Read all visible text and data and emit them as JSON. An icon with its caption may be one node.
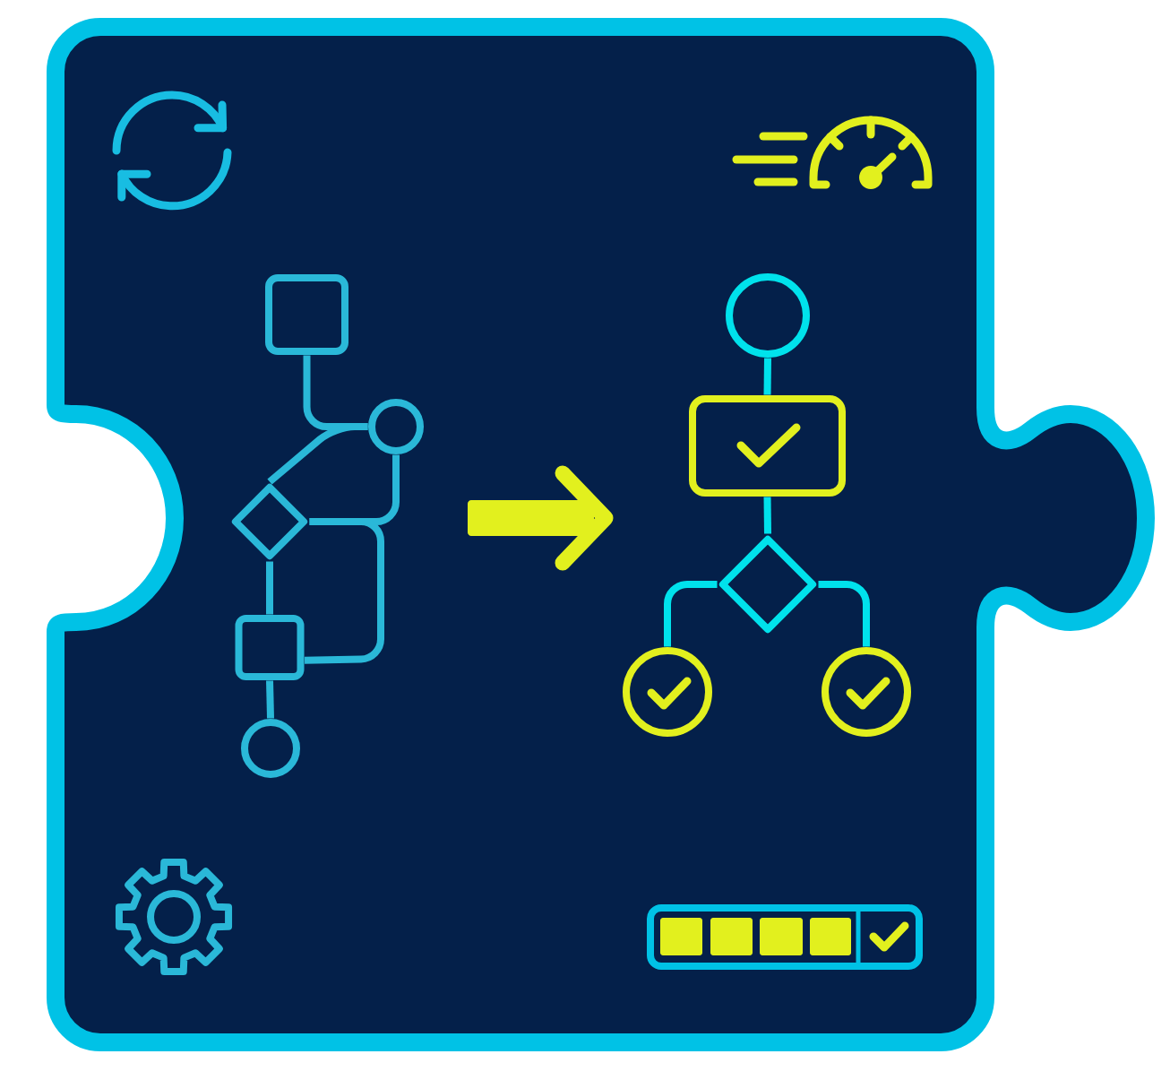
{
  "diagram": {
    "nodes": [
      {
        "text": [],
        "shape": "box"
      },
      {
        "text": [],
        "shape": "circle"
      },
      {
        "text": [],
        "shape": "diamond"
      },
      {
        "text": [],
        "shape": "box"
      },
      {
        "text": [],
        "shape": "circle"
      },
      {
        "text": [],
        "shape": "circle"
      },
      {
        "text": [],
        "shape": "box"
      },
      {
        "text": [],
        "shape": "diamond"
      },
      {
        "text": [],
        "shape": "circle"
      },
      {
        "text": [],
        "shape": "circle"
      }
    ],
    "edges": [
      {
        "from": 0,
        "to": 1,
        "arrow": "none"
      },
      {
        "from": 1,
        "to": 2,
        "arrow": "none"
      },
      {
        "from": 1,
        "to": 2,
        "arrow": "none"
      },
      {
        "from": 2,
        "to": 3,
        "arrow": "none"
      },
      {
        "from": 2,
        "to": 3,
        "arrow": "none"
      },
      {
        "from": 3,
        "to": 4,
        "arrow": "none"
      },
      {
        "from": 5,
        "to": 6,
        "arrow": "none",
        "color": "#00e2ec"
      },
      {
        "from": 6,
        "to": 7,
        "arrow": "none",
        "color": "#00e2ec"
      },
      {
        "from": 7,
        "to": 8,
        "arrow": "none",
        "color": "#00e2ec"
      },
      {
        "from": 7,
        "to": 9,
        "arrow": "none",
        "color": "#00e2ec"
      }
    ]
  }
}
